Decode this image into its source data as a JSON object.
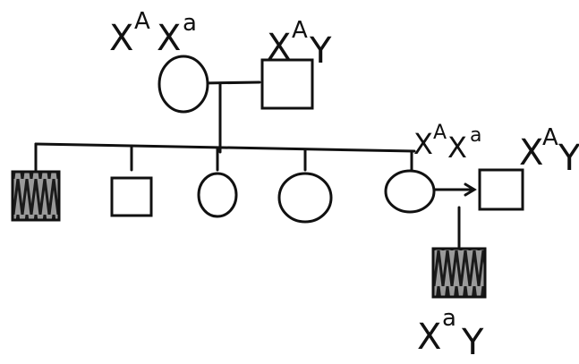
{
  "colors": {
    "ink": "#111111",
    "paper": "#ffffff",
    "affected_fill": "#555555"
  },
  "symbols": {
    "square": "male",
    "circle": "female",
    "hatched": "affected"
  },
  "parents": {
    "mother": {
      "symbol": "circle",
      "affected": false,
      "genotype": {
        "a1": "X",
        "s1": "A",
        "a2": "X",
        "s2": "a"
      }
    },
    "father": {
      "symbol": "square",
      "affected": false,
      "genotype": {
        "a1": "X",
        "s1": "A",
        "a2": "Y"
      }
    }
  },
  "children": [
    {
      "symbol": "square",
      "affected": true
    },
    {
      "symbol": "square",
      "affected": false
    },
    {
      "symbol": "circle",
      "affected": false
    },
    {
      "symbol": "circle",
      "affected": false
    },
    {
      "symbol": "circle",
      "affected": false,
      "genotype": {
        "a1": "X",
        "s1": "A",
        "a2": "X",
        "s2": "a"
      }
    }
  ],
  "spouse": {
    "symbol": "square",
    "affected": false,
    "genotype": {
      "a1": "X",
      "s1": "A",
      "a2": "Y"
    }
  },
  "grandchild": {
    "symbol": "square",
    "affected": true,
    "genotype": {
      "a1": "X",
      "s1": "a",
      "a2": "Y"
    }
  }
}
